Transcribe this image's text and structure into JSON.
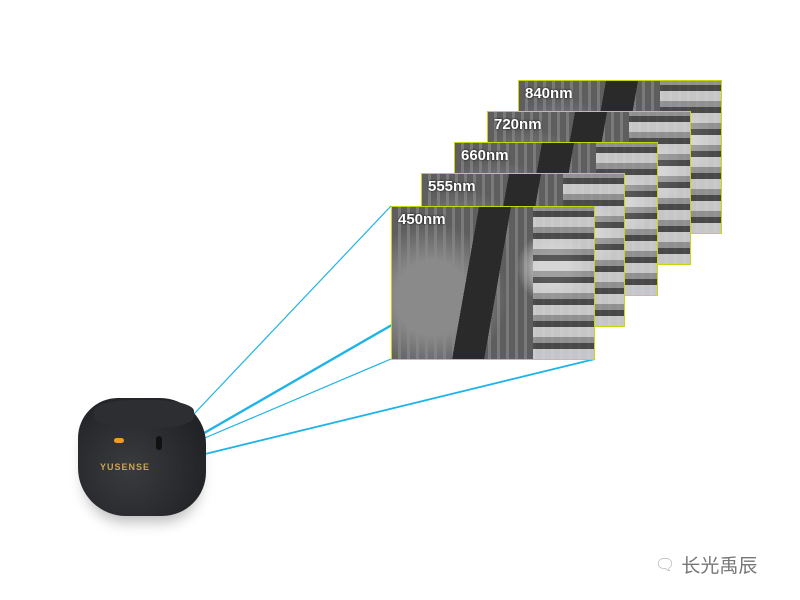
{
  "bands": [
    "840nm",
    "720nm",
    "660nm",
    "555nm",
    "450nm"
  ],
  "camera": {
    "brand": "YUSENSE"
  },
  "watermark": {
    "icon": "wechat-icon",
    "text": "长光禹辰"
  },
  "colors": {
    "frame_border": "#c9d60a",
    "projection_lines": "#1eb4e8",
    "led": "#f39a1e"
  }
}
